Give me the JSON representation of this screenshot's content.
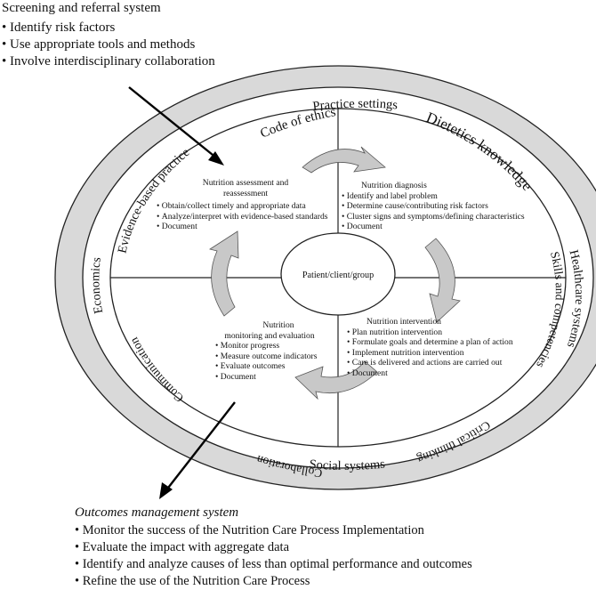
{
  "screening": {
    "title": "Screening and referral system",
    "items": [
      "Identify risk factors",
      "Use appropriate tools and methods",
      "Involve interdisciplinary collaboration"
    ]
  },
  "outcomes": {
    "title": "Outcomes management system",
    "items": [
      "Monitor the success of the Nutrition Care Process Implementation",
      "Evaluate the impact with aggregate data",
      "Identify and analyze causes of less than optimal performance and outcomes",
      "Refine the use of the Nutrition Care Process"
    ]
  },
  "outer_ring": {
    "top": "Practice settings",
    "right": "Healthcare systems",
    "bottom": "Social systems",
    "left": "Economics"
  },
  "middle_ring": {
    "code_of_ethics": "Code of ethics",
    "dietetics_knowledge": "Dietetics knowledge",
    "skills": "Skills and competencies",
    "critical_thinking": "Critical thinking",
    "collaboration": "Collaboration",
    "communication": "Communication",
    "evidence": "Evidence-based practice"
  },
  "center": "Patient/client/group",
  "assessment": {
    "title_1": "Nutrition assessment and",
    "title_2": "reassessment",
    "items": [
      "Obtain/collect timely and appropriate data",
      "Analyze/interpret with evidence-based standards",
      "Document"
    ]
  },
  "diagnosis": {
    "title": "Nutrition diagnosis",
    "items": [
      "Identify and label problem",
      "Determine cause/contributing risk factors",
      "Cluster signs and symptoms/defining characteristics",
      "Document"
    ]
  },
  "intervention": {
    "title": "Nutrition intervention",
    "items": [
      "Plan nutrition intervention",
      "Formulate goals and determine a plan of action",
      "Implement nutrition intervention",
      "Care is delivered and actions are carried out",
      "Document"
    ]
  },
  "monitoring": {
    "title_1": "Nutrition",
    "title_2": "monitoring and evaluation",
    "items": [
      "Monitor progress",
      "Measure outcome indicators",
      "Evaluate outcomes",
      "Document"
    ]
  }
}
